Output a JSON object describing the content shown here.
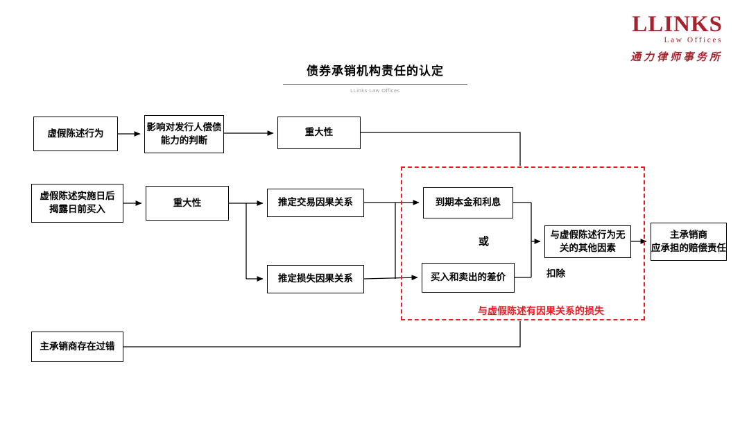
{
  "logo": {
    "wordmark": "LLINKS",
    "subtext": "Law Offices",
    "chinese_name": "通力律师事务所",
    "color": "#a5232f"
  },
  "header": {
    "title": "债券承销机构责任的认定",
    "subtitle": "LLinks Law Offices"
  },
  "diagram": {
    "nodes": {
      "false_statement": "虚假陈述行为",
      "impact_on_solvency_judgment": "影响对发行人偿债\n能力的判断",
      "materiality_top": "重大性",
      "purchase_window": "虚假陈述实施日后\n揭露日前买入",
      "materiality_mid": "重大性",
      "presumed_transaction_causation": "推定交易因果关系",
      "presumed_loss_causation": "推定损失因果关系",
      "principal_and_interest": "到期本金和利息",
      "buy_sell_price_difference": "买入和卖出的差价",
      "unrelated_factors": "与虚假陈述行为无\n关的其他因素",
      "underwriter_compensation": "主承销商\n应承担的赔偿责任",
      "underwriter_fault": "主承销商存在过错"
    },
    "labels": {
      "or": "或",
      "deduct": "扣除",
      "causal_loss_region": "与虚假陈述有因果关系的损失"
    },
    "colors": {
      "box_border": "#000000",
      "dashed_region_red": "#ec1c24",
      "causal_loss_text_red": "#ec1c24",
      "logo_red": "#a5232f"
    }
  }
}
